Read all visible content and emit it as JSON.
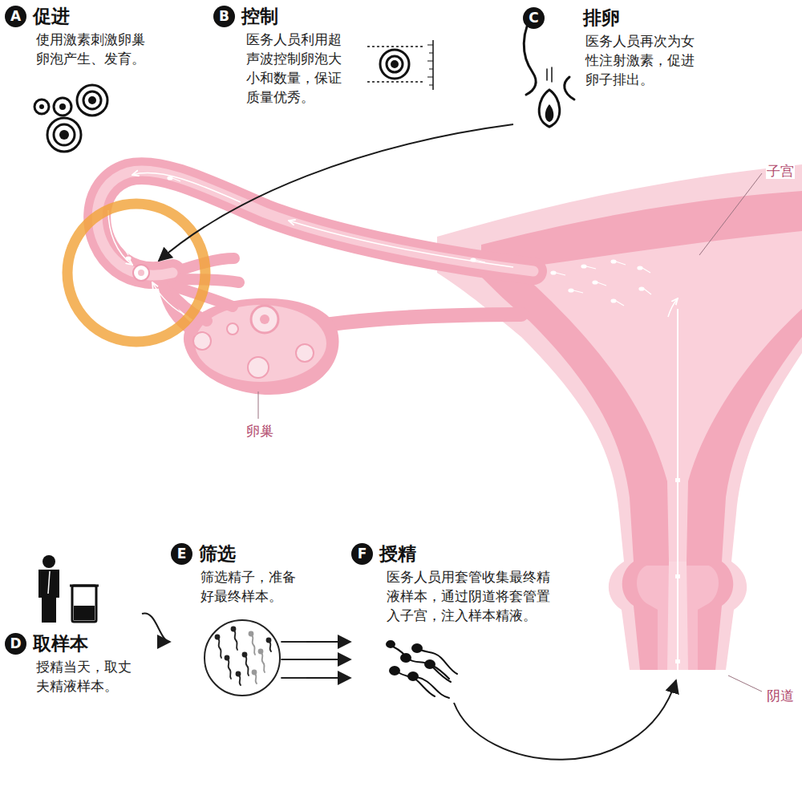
{
  "diagram": {
    "nodes": [
      {
        "text": [
          "促进",
          "使用激素刺激卵巢 卵泡产生、发育。"
        ]
      },
      {
        "text": [
          "控制",
          "医务人员利用超 声波控制卵泡大 小和数量，保证 质量优秀。"
        ]
      },
      {
        "text": [
          "排卵",
          "医务人员再次为女 性注射激素，促进 卵子排出。"
        ]
      },
      {
        "text": [
          "取样本",
          "授精当天，取丈 夫精液样本。"
        ]
      },
      {
        "text": [
          "筛选",
          "筛选精子，准备 好最终样本。"
        ]
      },
      {
        "text": [
          "授精",
          "医务人员用套管收集最终精 液样本，通过阴道将套管置 入子宫，注入样本精液。"
        ]
      }
    ],
    "edges": [
      {
        "from": 3,
        "to": 4,
        "arrow": "to"
      },
      {
        "from": 4,
        "to": 5,
        "arrow": "to"
      }
    ],
    "labels": [
      "A",
      "B",
      "C",
      "D",
      "E",
      "F",
      "子宫",
      "卵巢",
      "阴道"
    ]
  }
}
